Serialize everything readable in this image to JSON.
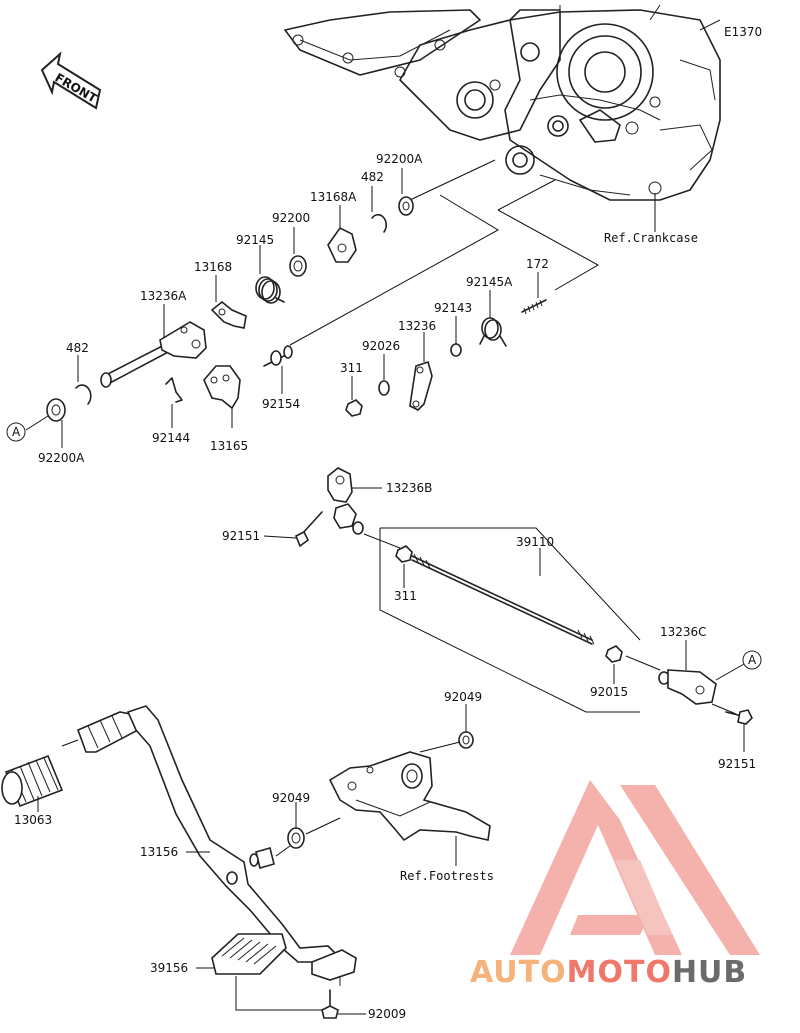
{
  "diagram": {
    "code": "E1370",
    "front_label": "FRONT",
    "ref_labels": {
      "crankcase": "Ref.Crankcase",
      "footrests": "Ref.Footrests"
    },
    "circle_marker": "A",
    "parts": [
      {
        "id": "92200A",
        "label": "92200A"
      },
      {
        "id": "482",
        "label": "482"
      },
      {
        "id": "13168A",
        "label": "13168A"
      },
      {
        "id": "92200",
        "label": "92200"
      },
      {
        "id": "92145",
        "label": "92145"
      },
      {
        "id": "13168",
        "label": "13168"
      },
      {
        "id": "13236A",
        "label": "13236A"
      },
      {
        "id": "482b",
        "label": "482"
      },
      {
        "id": "92200Ab",
        "label": "92200A"
      },
      {
        "id": "92144",
        "label": "92144"
      },
      {
        "id": "13165",
        "label": "13165"
      },
      {
        "id": "92154",
        "label": "92154"
      },
      {
        "id": "311",
        "label": "311"
      },
      {
        "id": "92026",
        "label": "92026"
      },
      {
        "id": "13236",
        "label": "13236"
      },
      {
        "id": "92143",
        "label": "92143"
      },
      {
        "id": "92145A",
        "label": "92145A"
      },
      {
        "id": "172",
        "label": "172"
      },
      {
        "id": "13236B",
        "label": "13236B"
      },
      {
        "id": "92151",
        "label": "92151"
      },
      {
        "id": "39110",
        "label": "39110"
      },
      {
        "id": "311b",
        "label": "311"
      },
      {
        "id": "13236C",
        "label": "13236C"
      },
      {
        "id": "92015",
        "label": "92015"
      },
      {
        "id": "92151b",
        "label": "92151"
      },
      {
        "id": "92049",
        "label": "92049"
      },
      {
        "id": "92049b",
        "label": "92049"
      },
      {
        "id": "13063",
        "label": "13063"
      },
      {
        "id": "13156",
        "label": "13156"
      },
      {
        "id": "39156",
        "label": "39156"
      },
      {
        "id": "92009",
        "label": "92009"
      }
    ]
  },
  "watermark": {
    "part1": "AUTO",
    "part2": "MOTO",
    "part3": "HUB",
    "color1": "#f5b27a",
    "color2": "#f0786a",
    "color3": "#6b6b6b",
    "logo_color": "#f4a9a3"
  }
}
